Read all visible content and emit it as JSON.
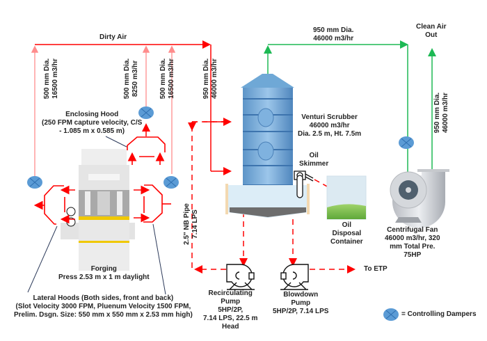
{
  "diagram": {
    "flow_labels": {
      "dirty_air": "Dirty Air",
      "clean_air_out": [
        "Clean Air",
        "Out"
      ],
      "to_etp": "To ETP"
    },
    "pipe_labels": {
      "left_duct": [
        "500 mm Dia.",
        "16500 m3/hr"
      ],
      "enclosing_duct": [
        "500 mm Dia.",
        "8250 m3/hr"
      ],
      "right_duct": [
        "500 mm Dia.",
        "16500 m3/hr"
      ],
      "main_duct": [
        "950 mm Dia.",
        "46000 m3/hr"
      ],
      "scrubber_outlet": [
        "950 mm Dia.",
        "46000 m3/hr"
      ],
      "fan_outlet": [
        "950 mm Dia.",
        "46000 m3/hr"
      ],
      "water_pipe": [
        "2.5\" NB Pipe",
        "7.14 LPS"
      ]
    },
    "components": {
      "enclosing_hood": [
        "Enclosing Hood",
        "(250 FPM capture velocity, C/S",
        "- 1.085 m x 0.585 m)"
      ],
      "venturi_scrubber": [
        "Venturi Scrubber",
        "46000 m3/hr",
        "Dia. 2.5 m, Ht. 7.5m"
      ],
      "oil_skimmer": [
        "Oil",
        "Skimmer"
      ],
      "oil_disposal": [
        "Oil",
        "Disposal",
        "Container"
      ],
      "centrifugal_fan": [
        "Centrifugal Fan",
        "46000 m3/hr, 320",
        "mm Total Pre.",
        "75HP"
      ],
      "forging_press": [
        "Forging",
        "Press 2.53 m x 1 m daylight"
      ],
      "lateral_hoods": [
        "Lateral Hoods (Both sides, front and back)",
        "(Slot Velocity 3000 FPM, Pluenum Velocity 1500 FPM,",
        "Prelim. Dsgn. Size: 550 mm x 550 mm x 2.53 mm high)"
      ],
      "recirculating_pump": [
        "Recirculating",
        "Pump",
        "5HP/2P,",
        "7.14 LPS, 22.5 m",
        "Head"
      ],
      "blowdown_pump": [
        "Blowdown",
        "Pump",
        "5HP/2P, 7.14 LPS"
      ]
    },
    "legend": {
      "damper_label": "= Controlling Dampers"
    },
    "colors": {
      "dirty_air": "#ff0000",
      "dirty_air_light": "#ff8080",
      "clean_air": "#1db954",
      "damper": "#5b9bd5",
      "scrubber": "#6fa8d6",
      "hood_yellow": "#f0c800"
    }
  }
}
